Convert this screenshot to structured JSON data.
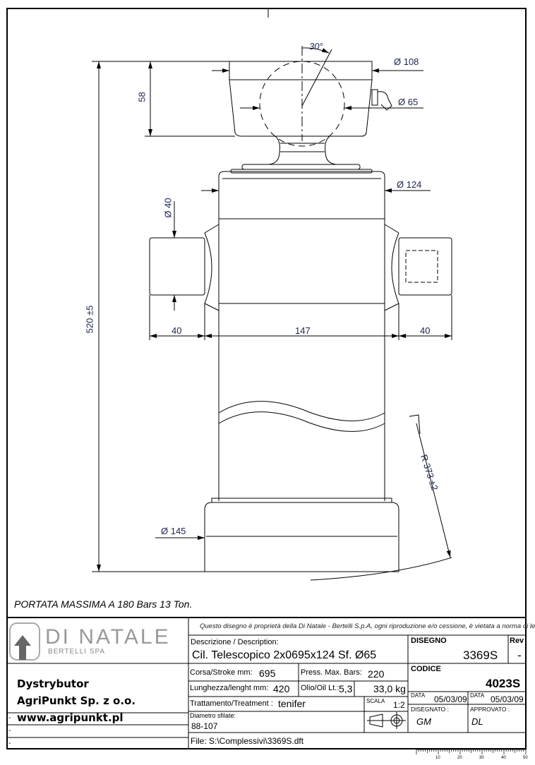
{
  "drawing": {
    "dimensions": {
      "angle": "30°",
      "dia_head": "Ø 108",
      "dia_ball": "Ø 65",
      "height_head": "58",
      "dia_body": "Ø 124",
      "dia_pin": "Ø 40",
      "total_length": "520 ±5",
      "pin_left": "40",
      "between_pins": "147",
      "pin_right": "40",
      "radius": "R 373 ±2",
      "dia_base": "Ø 145"
    },
    "capacity_note": "PORTATA MASSIMA A 180 Bars  13 Ton."
  },
  "title_block": {
    "logo": {
      "name": "DI NATALE",
      "sub": "BERTELLI SPA"
    },
    "notice": "Questo disegno è proprietà della Di Natale - Bertelli S.p.A, ogni riproduzione e/o cessione, è vietata a norma di legge",
    "description_label": "Descrizione / Description:",
    "description": "Cil. Telescopico 2x0695x124 Sf. Ø65",
    "disegno_label": "DISEGNO",
    "disegno": "3369S",
    "rev_label": "Rev",
    "rev": "-",
    "stroke_label": "Corsa/Stroke mm:",
    "stroke": "695",
    "pressure_label": "Press. Max. Bars:",
    "pressure": "220",
    "length_label": "Lunghezza/lenght mm:",
    "length": "420",
    "oil_label": "Olio/Oil Lt.:",
    "oil": "5,3",
    "weight": "33,0 kg",
    "treatment_label": "Trattamento/Treatment :",
    "treatment": "tenifer",
    "scale_label": "SCALA",
    "scale": "1:2",
    "extended_dia_label": "Diametro sfilate:",
    "extended_dia": "88-107",
    "codice_label": "CODICE",
    "codice": "4023S",
    "date_label": "DATA",
    "date1": "05/03/09",
    "date2": "05/03/09",
    "drawn_label": "DISEGNATO :",
    "drawn": "GM",
    "approved_label": "APPROVATO :",
    "approved": "DL",
    "file": "File: S:\\Complessivi\\3369S.dft",
    "distributor": [
      "Dystrybutor",
      "AgriPunkt Sp. z o.o.",
      "www.agripunkt.pl"
    ],
    "dash_rows": [
      "-",
      "-",
      "-"
    ],
    "ruler_labels": [
      "10",
      "20",
      "30",
      "40",
      "50"
    ]
  }
}
